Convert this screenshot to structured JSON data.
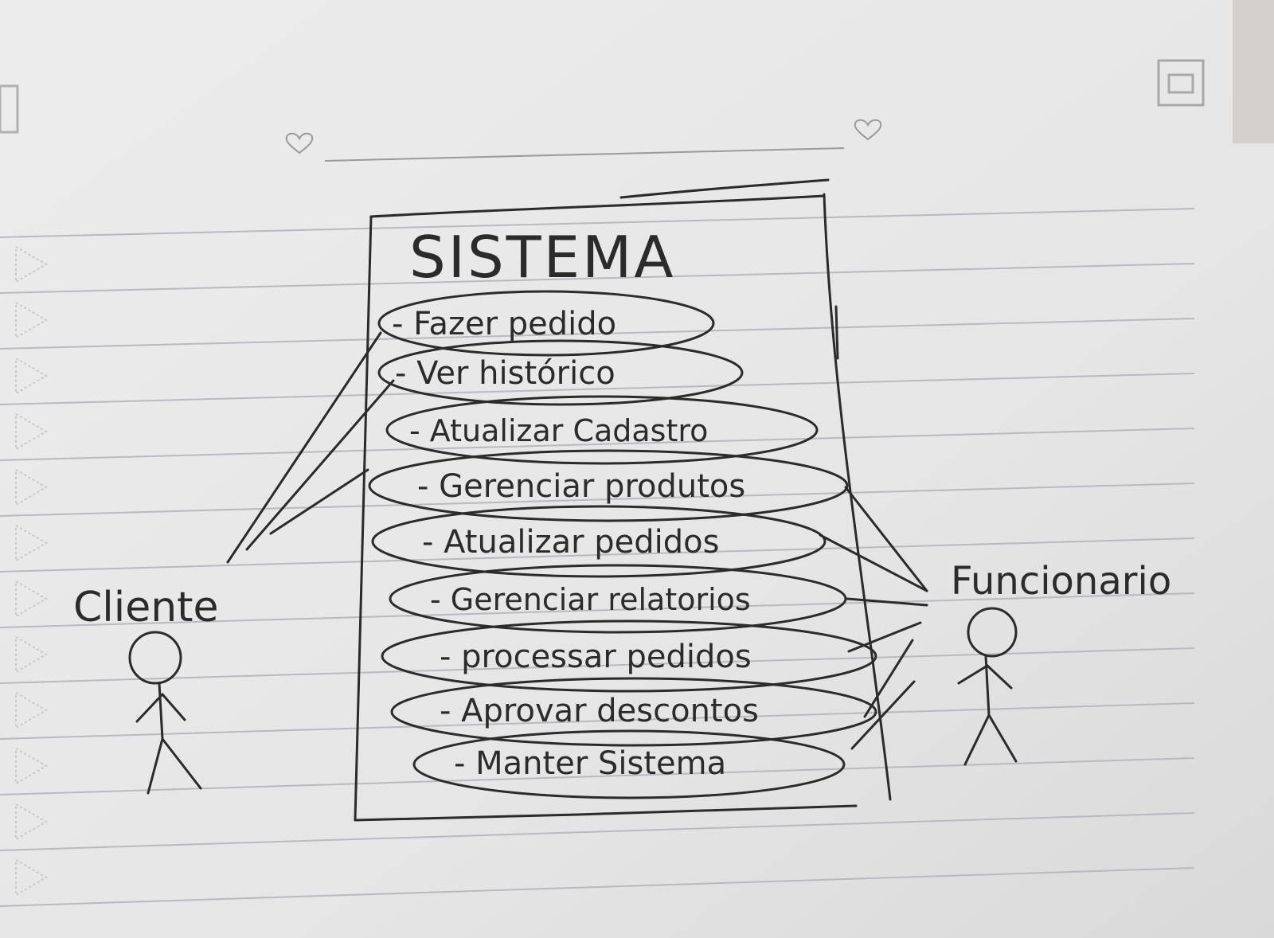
{
  "diagram": {
    "system_title": "SISTEMA",
    "use_cases": [
      "- Fazer pedido",
      "- Ver histórico",
      "- Atualizar Cadastro",
      "- Gerenciar produtos",
      "- Atualizar pedidos",
      "- Gerenciar relatorios",
      "- processar pedidos",
      "- Aprovar descontos",
      "- Manter Sistema"
    ],
    "actors": {
      "left": "Cliente",
      "right": "Funcionario"
    }
  },
  "colors": {
    "ink": "#2b2b2b",
    "paper": "#e9e9e9",
    "rule_line": "#b9b9bf",
    "margin_arrow": "#c7c7c7"
  }
}
